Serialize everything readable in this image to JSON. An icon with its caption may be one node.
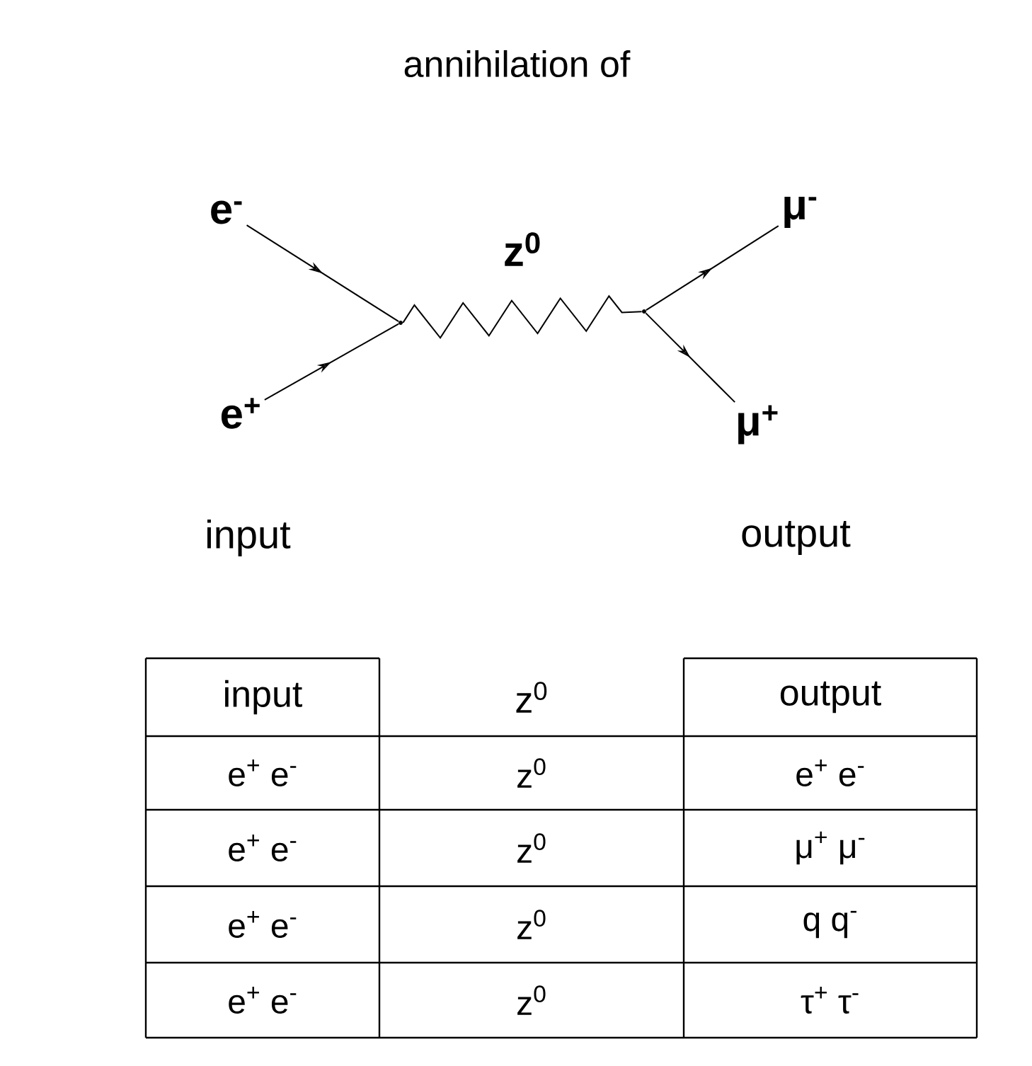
{
  "diagram": {
    "title": "annihilation of",
    "nodes": [
      {
        "text": [
          "e$^{-}$"
        ]
      },
      {
        "text": [
          "e$^{+}$"
        ]
      },
      {
        "text": [],
        "shape": "dot"
      },
      {
        "text": [],
        "shape": "dot"
      },
      {
        "text": [
          "μ$^{-}$"
        ]
      },
      {
        "text": [
          "μ$^{+}$"
        ]
      }
    ],
    "edges": [
      {
        "from": 0,
        "to": 2,
        "arrow": "to"
      },
      {
        "from": 1,
        "to": 2,
        "arrow": "to"
      },
      {
        "from": 2,
        "to": 3,
        "arrow": "none",
        "label": "z$^{0}$"
      },
      {
        "from": 3,
        "to": 4,
        "arrow": "to"
      },
      {
        "from": 3,
        "to": 5,
        "arrow": "to"
      }
    ],
    "labels": [
      "input",
      "output",
      "input",
      "z$^{0}$",
      "output",
      "e$^{+}$ e$^{-}$",
      "z$^{0}$",
      "e$^{+}$ e$^{-}$",
      "e$^{+}$ e$^{-}$",
      "z$^{0}$",
      "μ$^{+}$ μ$^{-}$",
      "e$^{+}$ e$^{-}$",
      "z$^{0}$",
      "q q$^{-}$",
      "e$^{+}$ e$^{-}$",
      "z$^{0}$",
      "τ$^{+}$ τ$^{-}$"
    ]
  }
}
